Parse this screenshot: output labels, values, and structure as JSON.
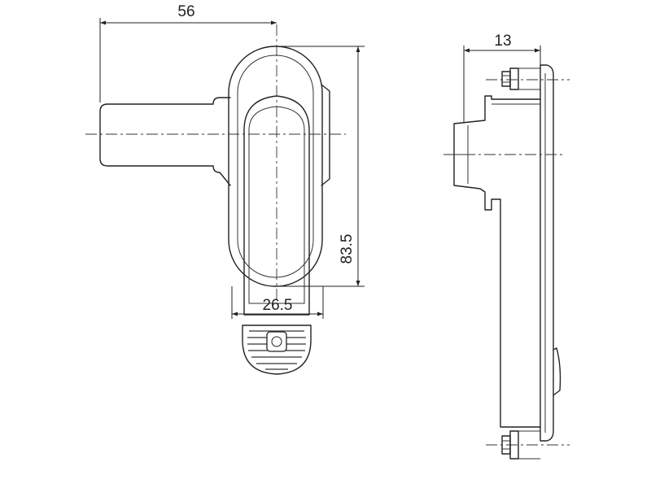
{
  "dimensions": {
    "overall_width": "56",
    "overall_height": "83.5",
    "body_width": "26.5",
    "side_depth": "13"
  }
}
